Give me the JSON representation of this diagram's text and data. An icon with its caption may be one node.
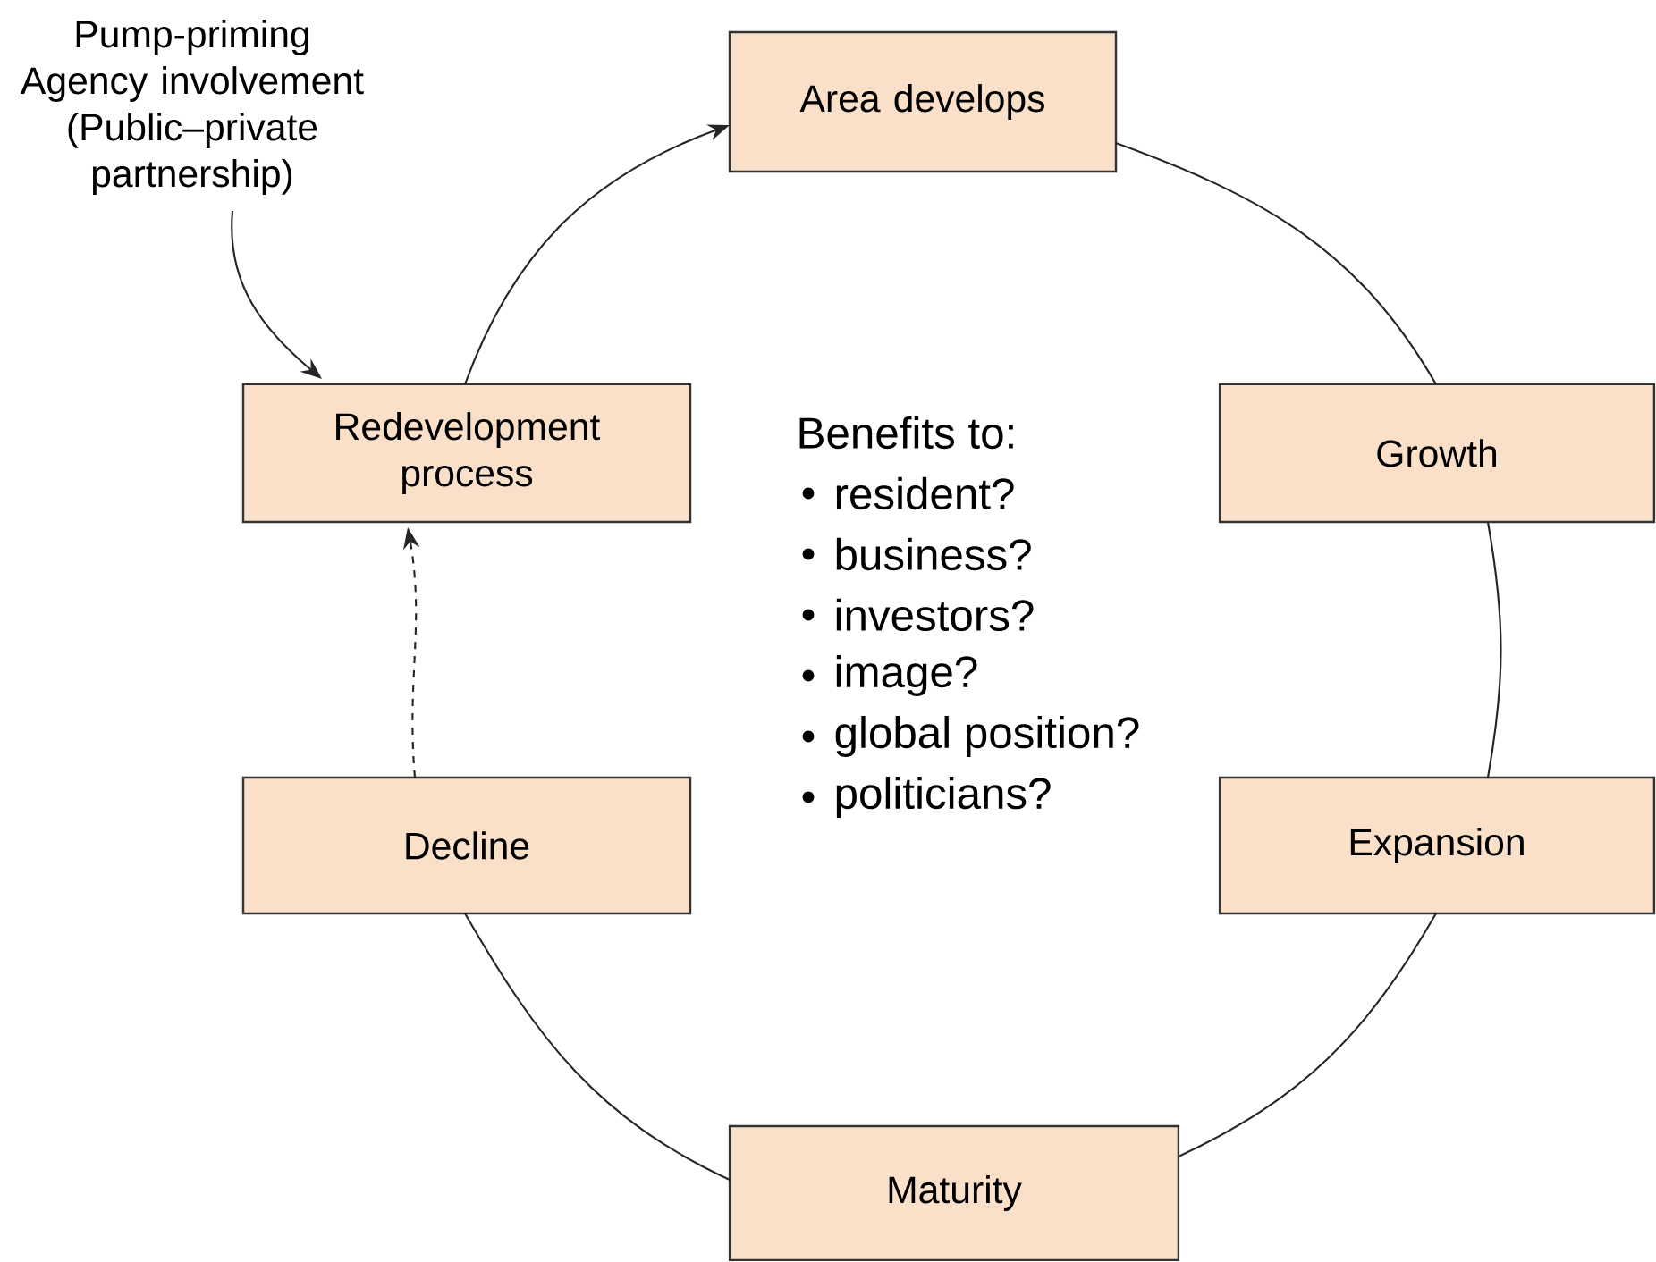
{
  "diagram": {
    "nodes": [
      {
        "text": [
          "Pump-priming Agency involvement (Public–private partnership)"
        ]
      },
      {
        "text": [
          "Area develops"
        ]
      },
      {
        "text": [
          "Redevelopment process"
        ]
      },
      {
        "text": [
          "Growth"
        ]
      },
      {
        "text": [
          "Decline"
        ]
      },
      {
        "text": [
          "Expansion"
        ]
      },
      {
        "text": [
          "Maturity"
        ]
      }
    ],
    "edges": [
      {
        "from": 0,
        "to": 2,
        "arrow": "to"
      },
      {
        "from": 2,
        "to": 1,
        "arrow": "to"
      },
      {
        "from": 1,
        "to": 3,
        "arrow": "none"
      },
      {
        "from": 3,
        "to": 5,
        "arrow": "none"
      },
      {
        "from": 5,
        "to": 6,
        "arrow": "none"
      },
      {
        "from": 6,
        "to": 4,
        "arrow": "none"
      },
      {
        "from": 4,
        "to": 2,
        "arrow": "to",
        "style": "dashed"
      }
    ],
    "labels": [
      "Benefits to:",
      "resident?",
      "business?",
      "investors?",
      "image?",
      "global position?",
      "politicians?"
    ]
  }
}
